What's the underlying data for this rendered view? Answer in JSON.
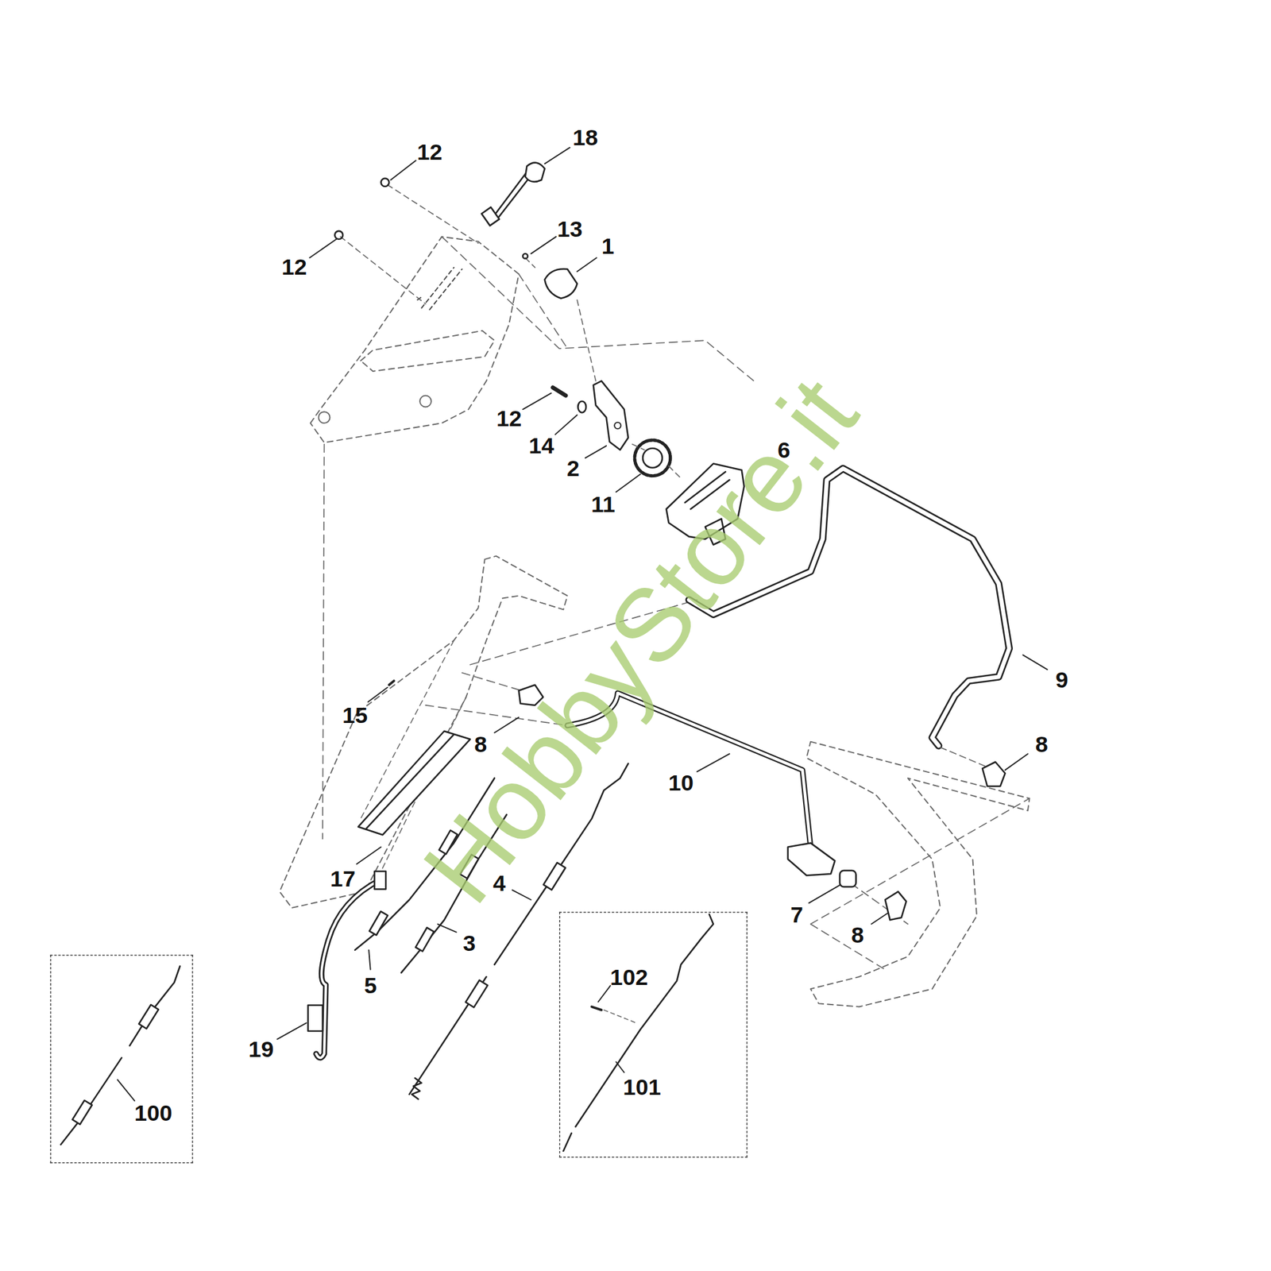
{
  "diagram": {
    "nodes": [
      {
        "text": [
          "100"
        ]
      },
      {
        "text": [
          "102",
          "101"
        ]
      }
    ],
    "labels": [
      "18",
      "12",
      "12",
      "13",
      "1",
      "12",
      "14",
      "2",
      "11",
      "6",
      "9",
      "15",
      "8",
      "10",
      "8",
      "17",
      "4",
      "3",
      "5",
      "7",
      "8",
      "19",
      "HobbyStore.it"
    ]
  }
}
